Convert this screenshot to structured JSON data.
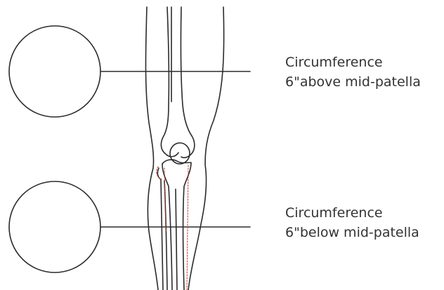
{
  "measurements": [
    {
      "title": "Circumference",
      "detail": "6\"above mid-patella"
    },
    {
      "title": "Circumference",
      "detail": "6\"below mid-patella"
    }
  ],
  "colors": {
    "line": "#2b2b2b",
    "dashed_line": "#c0392b",
    "text": "#333333"
  }
}
